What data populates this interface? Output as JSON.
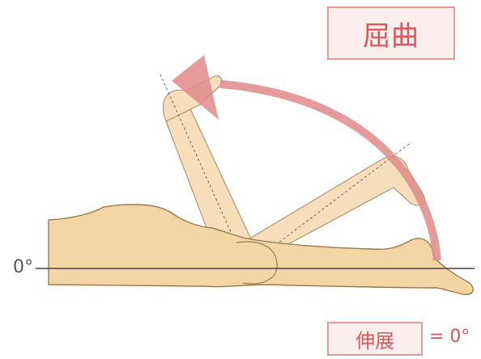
{
  "labels": {
    "flexion": "屈曲",
    "extension": "伸展",
    "extension_value": "= 0°",
    "zero_angle": "0°"
  },
  "colors": {
    "skin": "#f3d5a6",
    "skin_light": "#f7e4c4",
    "outline": "#9a7a4a",
    "arrow": "#e08a8a",
    "box_border": "#e39a9a",
    "box_fill": "#fdeeee",
    "label_text": "#d45a5a",
    "baseline": "#444444"
  }
}
